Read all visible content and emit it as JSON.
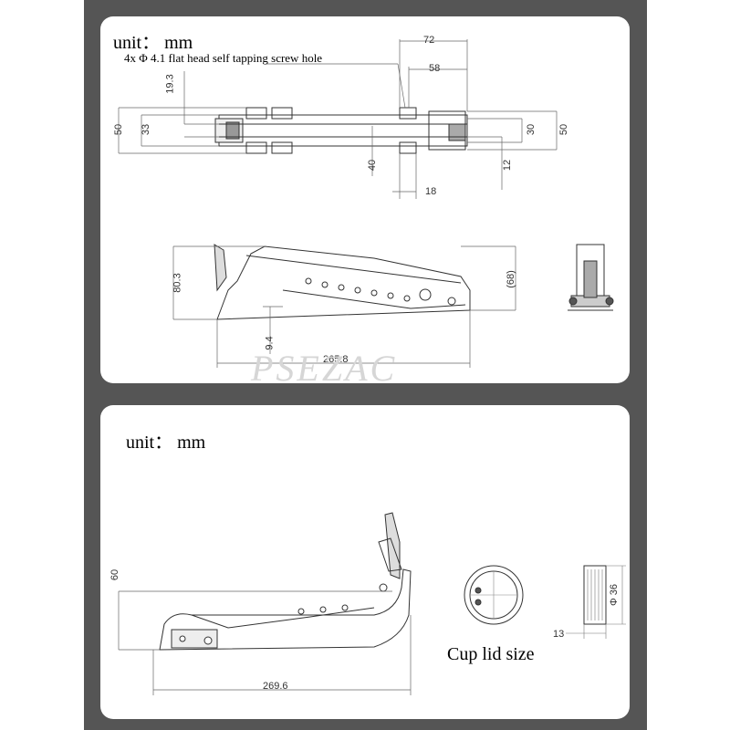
{
  "top": {
    "unit_label": "unit： mm",
    "screw_note": "4x Φ 4.1 flat head self tapping screw hole",
    "dims": {
      "d72": "72",
      "d58": "58",
      "d19_3": "19.3",
      "d50_left": "50",
      "d33": "33",
      "d30": "30",
      "d50_right": "50",
      "d40": "40",
      "d12": "12",
      "d18": "18",
      "d80_3": "80.3",
      "d68": "(68)",
      "d9_4": "9.4",
      "d265_8": "265.8"
    },
    "watermark": "PSEZAC"
  },
  "bottom": {
    "unit_label": "unit： mm",
    "dims": {
      "d60": "60",
      "d269_6": "269.6",
      "d36": "Φ 36",
      "d13": "13"
    },
    "cup_lid_label": "Cup lid size"
  },
  "colors": {
    "frame": "#555555",
    "panel": "#ffffff",
    "line": "#333333",
    "dim_line": "#666666"
  }
}
